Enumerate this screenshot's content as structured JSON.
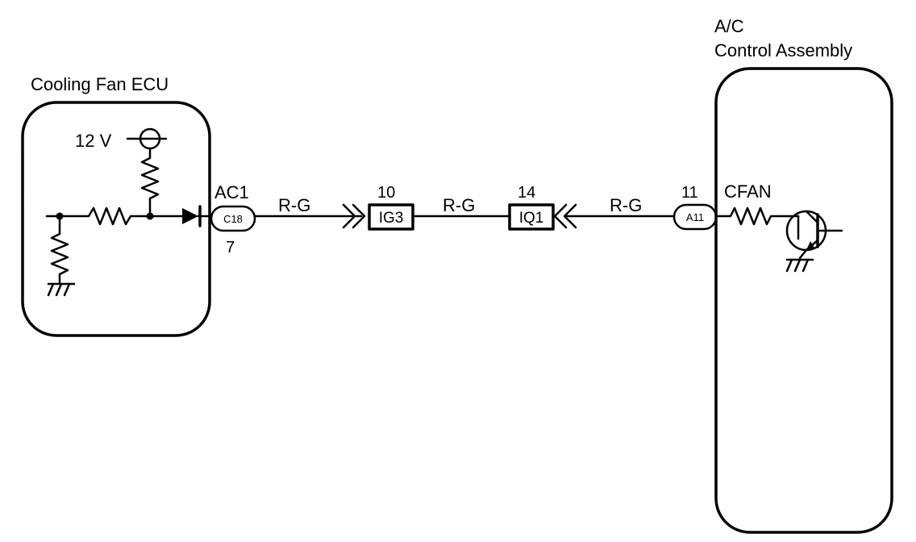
{
  "components": {
    "left": {
      "title": "Cooling Fan ECU",
      "supply": "12 V"
    },
    "right": {
      "title_line1": "A/C",
      "title_line2": "Control Assembly",
      "signal": "CFAN"
    }
  },
  "connectors": {
    "ecu_terminal": {
      "name": "AC1",
      "connector": "C18",
      "pin": "7"
    },
    "junction_1": {
      "pin": "10",
      "code": "IG3"
    },
    "junction_2": {
      "pin": "14",
      "code": "IQ1"
    },
    "ac_terminal": {
      "pin": "11",
      "connector": "A11"
    }
  },
  "wires": {
    "w1": "R-G",
    "w2": "R-G",
    "w3": "R-G"
  }
}
